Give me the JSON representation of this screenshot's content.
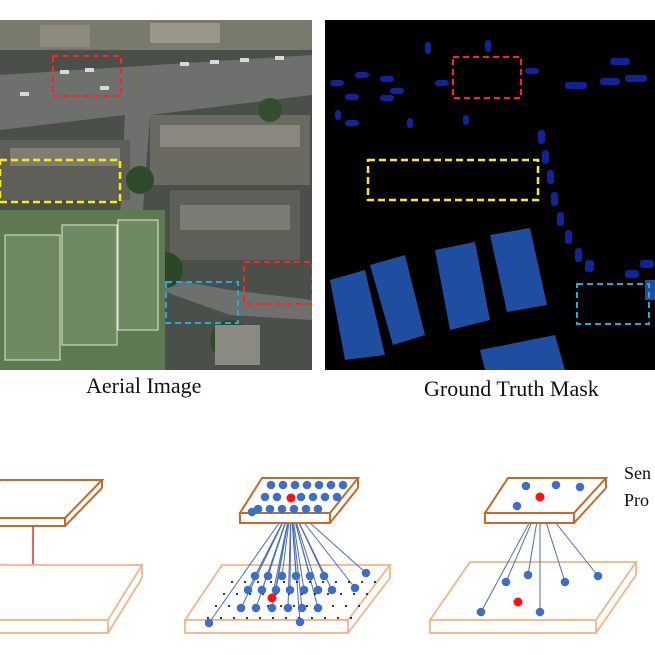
{
  "captions": {
    "aerial": "Aerial Image",
    "mask": "Ground Truth Mask",
    "right_line1": "Sen",
    "right_line2": "Pro"
  },
  "colors": {
    "box_red": "#ff2222",
    "box_yellow": "#ffee00",
    "box_cyan": "#22aadd",
    "mask_blue": "#1f4ea0",
    "mask_dark_blue": "#12239a",
    "plate_outline": "#c8692a",
    "plate_outline_light": "#f2b48a",
    "point_blue": "#3f6ec4",
    "point_red": "#ff1010",
    "line_blue": "#4a6fb5",
    "arrow_red": "#e03030"
  },
  "panels": [
    "aerial-image",
    "ground-truth-mask"
  ],
  "diagram_panels": [
    "direct-projection",
    "dense-attention",
    "sparse-attention"
  ]
}
